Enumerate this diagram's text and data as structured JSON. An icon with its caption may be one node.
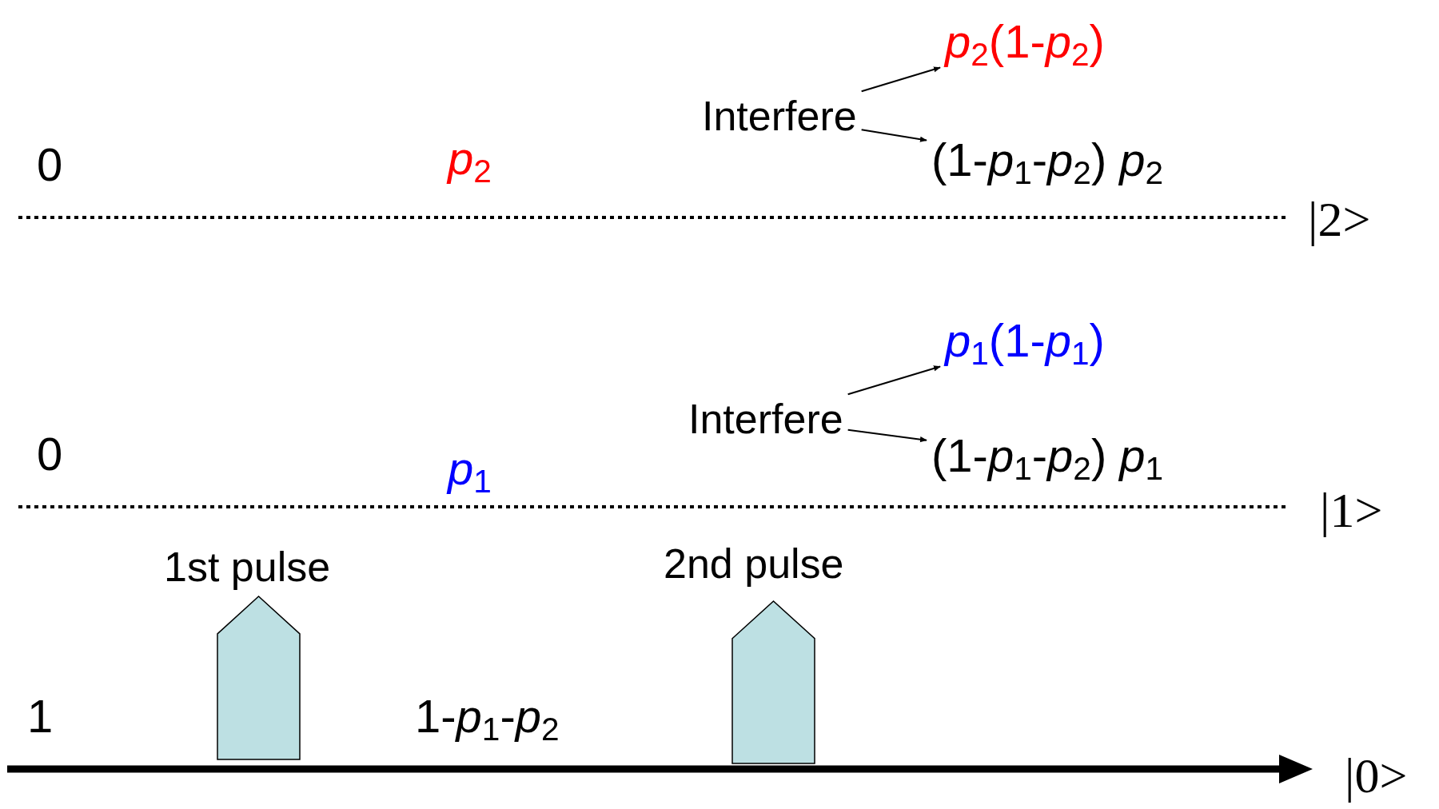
{
  "diagram": {
    "nodes": [
      {
        "text": [
          "Interfere"
        ]
      },
      {
        "text": [
          "*p*$_{2}$(1-*p*$_{2}$)"
        ]
      },
      {
        "text": [
          "(1-*p*$_{1}$-*p*$_{2}$) *p*$_{2}$"
        ]
      },
      {
        "text": [
          "Interfere"
        ]
      },
      {
        "text": [
          "*p*$_{1}$(1-*p*$_{1}$)"
        ]
      },
      {
        "text": [
          "(1-*p*$_{1}$-*p*$_{2}$) *p*$_{1}$"
        ]
      },
      {
        "text": [
          "1st pulse"
        ]
      },
      {
        "text": [
          "2nd pulse"
        ]
      }
    ],
    "edges": [
      {
        "from": 0,
        "to": 1,
        "arrow": "to"
      },
      {
        "from": 0,
        "to": 2,
        "arrow": "to"
      },
      {
        "from": 3,
        "to": 4,
        "arrow": "to"
      },
      {
        "from": 3,
        "to": 5,
        "arrow": "to"
      }
    ],
    "labels": [
      "0",
      "*p*$_{2}$",
      "|2>",
      "0",
      "*p*$_{1}$",
      "|1>",
      "1",
      "1-*p*$_{1}$-*p*$_{2}$",
      "|0>"
    ]
  }
}
